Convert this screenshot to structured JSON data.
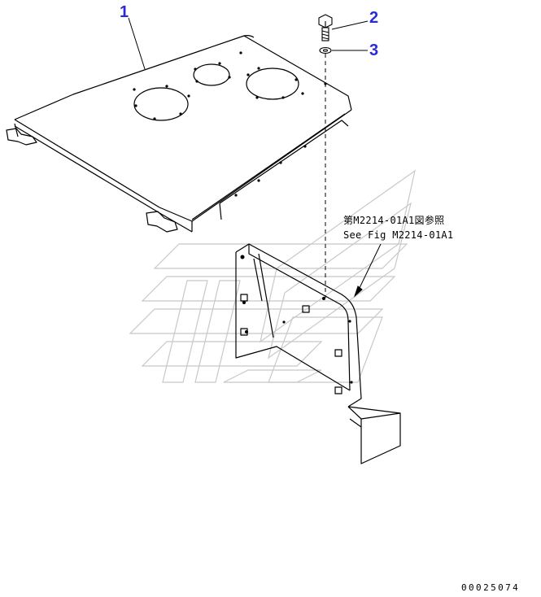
{
  "callouts": [
    {
      "num": "1",
      "part": "cover"
    },
    {
      "num": "2",
      "part": "bolt"
    },
    {
      "num": "3",
      "part": "washer"
    }
  ],
  "reference_note": {
    "line1": "第M2214-01A1図参照",
    "line2": "See Fig M2214-01A1"
  },
  "drawing_number": "00025074",
  "colors": {
    "callout": "#2b2bd6",
    "line": "#000000",
    "watermark": "#c8c8c8"
  }
}
